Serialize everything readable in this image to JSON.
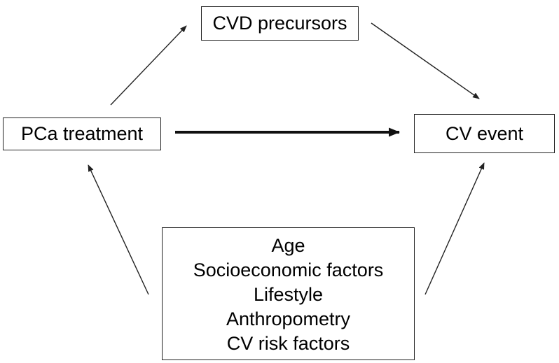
{
  "nodes": {
    "cvd_precursors": "CVD precursors",
    "pca_treatment": "PCa treatment",
    "cv_event": "CV event",
    "confounders": [
      "Age",
      "Socioeconomic factors",
      "Lifestyle",
      "Anthropometry",
      "CV risk factors"
    ]
  },
  "colors": {
    "line": "#222222",
    "background": "#ffffff"
  }
}
